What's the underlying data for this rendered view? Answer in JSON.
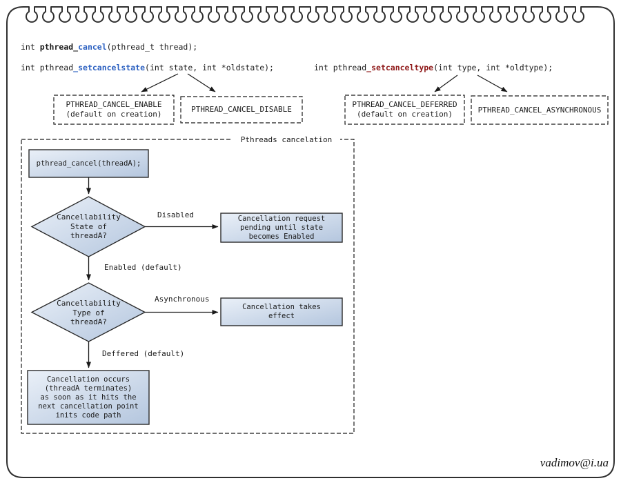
{
  "colors": {
    "accent_blue": "#2a5fc0",
    "accent_red": "#8e1717",
    "node_fill_light": "#eaf0f8",
    "node_fill_dark": "#b4c6de",
    "line": "#1a1a1a"
  },
  "signatures": {
    "cancel": {
      "pre": "int ",
      "name": "pthread_",
      "fn": "cancel",
      "args": "(pthread_t thread);"
    },
    "setcancelstate": {
      "pre": "int pthread",
      "fn": "_setcancelstate",
      "args": "(int state, int *oldstate);"
    },
    "setcanceltype": {
      "pre": "int pthread",
      "fn": "_setcanceltype",
      "args": "(int type, int *oldtype);"
    }
  },
  "state_options": [
    {
      "name": "PTHREAD_CANCEL_ENABLE",
      "note": "(default on creation)"
    },
    {
      "name": "PTHREAD_CANCEL_DISABLE",
      "note": ""
    }
  ],
  "type_options": [
    {
      "name": "PTHREAD_CANCEL_DEFERRED",
      "note": "(default on creation)"
    },
    {
      "name": "PTHREAD_CANCEL_ASYNCHRONOUS",
      "note": ""
    }
  ],
  "flowchart": {
    "title": "Pthreads cancelation",
    "start": "pthread_cancel(threadA);",
    "decision_state": {
      "l1": "Cancellability",
      "l2": "State of",
      "l3": "threadA?"
    },
    "decision_type": {
      "l1": "Cancellability",
      "l2": "Type of",
      "l3": "threadA?"
    },
    "labels": {
      "disabled": "Disabled",
      "enabled": "Enabled (default)",
      "asynchronous": "Asynchronous",
      "deferred": "Deffered (default)"
    },
    "pending": {
      "l1": "Cancellation request",
      "l2": "pending until state",
      "l3": "becomes Enabled"
    },
    "takes_effect": {
      "l1": "Cancellation takes",
      "l2": "effect"
    },
    "occurs": {
      "l1": "Cancellation occurs",
      "l2": "(threadA terminates)",
      "l3": "as soon as it hits the",
      "l4": "next cancellation point",
      "l5": "inits code path"
    }
  },
  "watermark": "vadimov@i.ua"
}
